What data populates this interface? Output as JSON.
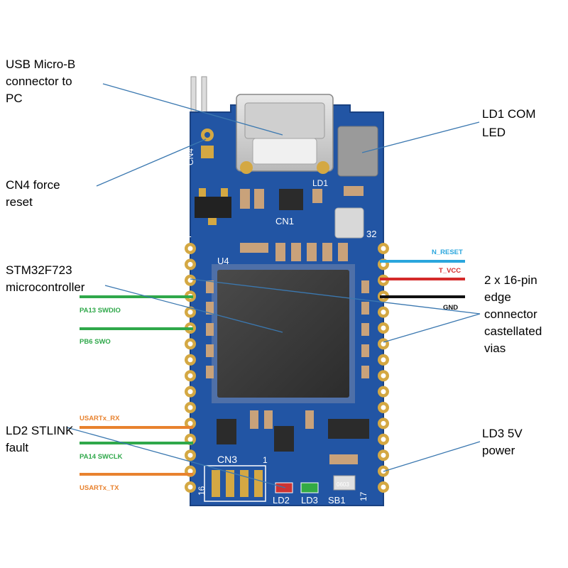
{
  "callouts": {
    "usb": [
      "USB Micro-B",
      "connector to",
      "PC"
    ],
    "ld1": [
      "LD1 COM",
      "LED"
    ],
    "cn4": [
      "CN4 force",
      "reset"
    ],
    "mcu": [
      "STM32F723",
      "microcontroller"
    ],
    "edge": [
      "2 x 16-pin",
      "edge",
      "connector",
      "castellated",
      "vias"
    ],
    "ld2": [
      "LD2 STLINK",
      "fault"
    ],
    "ld3": [
      "LD3 5V",
      "power"
    ]
  },
  "signals": {
    "n_reset": "N_RESET",
    "t_vcc": "T_VCC",
    "gnd": "GND",
    "pa13": "PA13 SWDIO",
    "pb6": "PB6 SWO",
    "usart_rx": "USARTx_RX",
    "pa14": "PA14 SWCLK",
    "usart_tx": "USARTx_TX"
  },
  "silkscreen": {
    "cn4": "CN4",
    "ld1": "LD1",
    "cn1": "CN1",
    "pin1": "1",
    "pin32": "32",
    "u4": "U4",
    "cn3": "CN3",
    "cn3_pin1": "1",
    "pin16": "16",
    "pin17": "17",
    "ld2": "LD2",
    "ld3": "LD3",
    "sb1": "SB1",
    "r0603": "0603"
  },
  "colors": {
    "pcb": "#2255a4",
    "pad": "#d4a843",
    "n_reset": "#2aa6dd",
    "t_vcc": "#d42a2a",
    "gnd": "#111111",
    "swd": "#2fa84a",
    "usart": "#e8822e",
    "leader": "#3b78b0"
  }
}
